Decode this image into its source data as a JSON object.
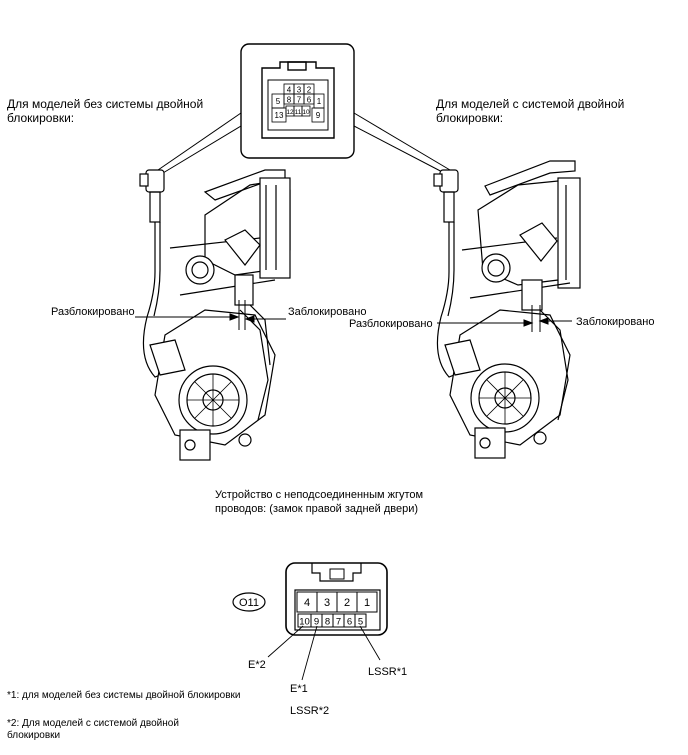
{
  "labels": {
    "left_title": [
      "Для моделей без системы двойной",
      "блокировки:"
    ],
    "right_title": [
      "Для моделей с системой двойной",
      "блокировки:"
    ],
    "left_unlocked": "Разблокировано",
    "left_locked": "Заблокировано",
    "right_unlocked": "Разблокировано",
    "right_locked": "Заблокировано",
    "component_caption": [
      "Устройство с неподсоединенным жгутом",
      "проводов: (замок правой задней двери)"
    ]
  },
  "connector_top": {
    "pins_row1": [
      "4",
      "3",
      "2"
    ],
    "pins_row2": [
      "5",
      "8",
      "7",
      "6",
      "1"
    ],
    "pins_row3": [
      "13",
      "12",
      "11",
      "10",
      "9"
    ]
  },
  "connector_bottom": {
    "id": "O11",
    "top_row": [
      "4",
      "3",
      "2",
      "1"
    ],
    "bottom_row": [
      "10",
      "9",
      "8",
      "7",
      "6",
      "5"
    ],
    "pin_callouts": {
      "e2": "E*2",
      "e1": "E*1",
      "lssr1": "LSSR*1",
      "lssr2": "LSSR*2"
    }
  },
  "footnotes": {
    "n1": "*1: для моделей без системы двойной блокировки",
    "n2": [
      "*2: Для моделей с системой двойной",
      "блокировки"
    ]
  }
}
